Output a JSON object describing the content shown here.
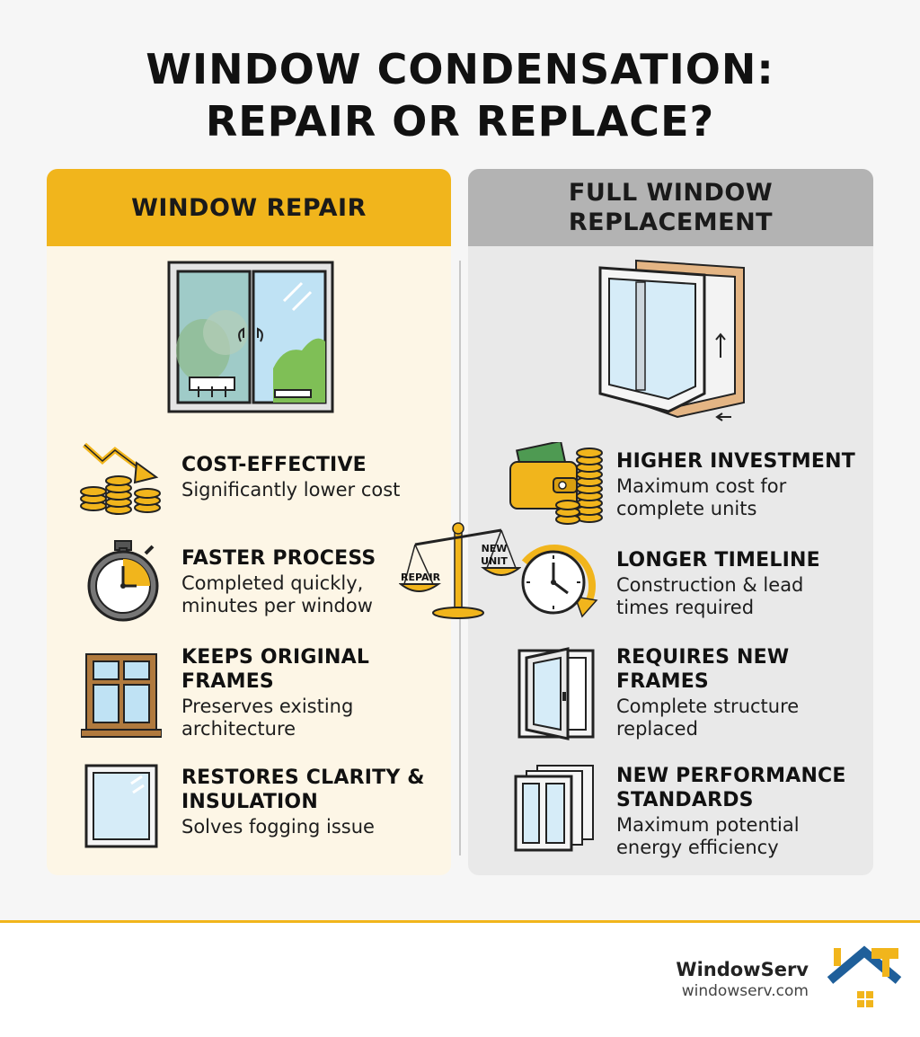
{
  "title": {
    "line1": "WINDOW CONDENSATION:",
    "line2": "REPAIR OR REPLACE?"
  },
  "repair": {
    "heading": "WINDOW REPAIR",
    "features": [
      {
        "icon": "coins-down-icon",
        "title": "COST-EFFECTIVE",
        "desc": "Significantly lower cost"
      },
      {
        "icon": "stopwatch-icon",
        "title": "FASTER PROCESS",
        "desc": "Completed quickly, minutes per window"
      },
      {
        "icon": "original-frame-icon",
        "title": "KEEPS ORIGINAL FRAMES",
        "desc": "Preserves existing architecture"
      },
      {
        "icon": "clear-pane-icon",
        "title": "RESTORES CLARITY & INSULATION",
        "desc": "Solves fogging issue"
      }
    ]
  },
  "replacement": {
    "heading": "FULL WINDOW REPLACEMENT",
    "features": [
      {
        "icon": "wallet-coins-icon",
        "title": "HIGHER INVESTMENT",
        "desc": "Maximum cost for complete units"
      },
      {
        "icon": "clock-arrow-icon",
        "title": "LONGER TIMELINE",
        "desc": "Construction & lead times required"
      },
      {
        "icon": "open-window-icon",
        "title": "REQUIRES NEW FRAMES",
        "desc": "Complete structure replaced"
      },
      {
        "icon": "layered-panes-icon",
        "title": "NEW PERFORMANCE STANDARDS",
        "desc": "Maximum potential energy efficiency"
      }
    ]
  },
  "scale": {
    "left_label": "REPAIR",
    "right_label_line1": "NEW",
    "right_label_line2": "UNIT"
  },
  "footer": {
    "brand_name": "WindowServ",
    "brand_url": "windowserv.com"
  },
  "colors": {
    "accent_yellow": "#f1b51c",
    "repair_bg": "#fdf6e6",
    "replace_bg": "#e9e9e9",
    "replace_head": "#b3b3b3",
    "logo_blue": "#1f5f9a"
  }
}
